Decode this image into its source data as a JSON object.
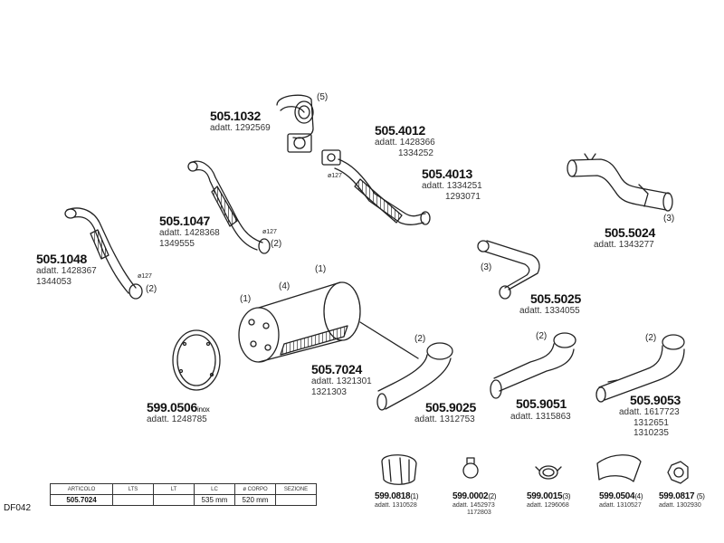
{
  "parts": [
    {
      "id": "p1048",
      "code": "505.1048",
      "adatt": [
        "adatt. 1428367",
        "1344053"
      ],
      "dia": "ø127",
      "note": "(2)"
    },
    {
      "id": "p1047",
      "code": "505.1047",
      "adatt": [
        "adatt. 1428368",
        "1349555"
      ],
      "dia": "ø127",
      "note": "(2)"
    },
    {
      "id": "p1032",
      "code": "505.1032",
      "adatt": [
        "adatt. 1292569"
      ],
      "note": "(5)"
    },
    {
      "id": "p4012",
      "code": "505.4012",
      "adatt": [
        "adatt. 1428366",
        "1334252"
      ],
      "dia": "ø127"
    },
    {
      "id": "p4013",
      "code": "505.4013",
      "adatt": [
        "adatt. 1334251",
        "1293071"
      ]
    },
    {
      "id": "p5024",
      "code": "505.5024",
      "adatt": [
        "adatt. 1343277"
      ],
      "note": "(3)"
    },
    {
      "id": "p5025",
      "code": "505.5025",
      "adatt": [
        "adatt. 1334055"
      ],
      "note": "(3)"
    },
    {
      "id": "p7024",
      "code": "505.7024",
      "adatt": [
        "adatt. 1321301",
        "1321303"
      ],
      "notes": [
        "(1)",
        "(4)",
        "(1)"
      ]
    },
    {
      "id": "p0506",
      "code": "599.0506",
      "suffix": "inox",
      "adatt": [
        "adatt. 1248785"
      ]
    },
    {
      "id": "p9025",
      "code": "505.9025",
      "adatt": [
        "adatt. 1312753"
      ],
      "note": "(2)"
    },
    {
      "id": "p9051",
      "code": "505.9051",
      "adatt": [
        "adatt. 1315863"
      ],
      "note": "(2)"
    },
    {
      "id": "p9053",
      "code": "505.9053",
      "adatt": [
        "adatt. 1617723",
        "1312651",
        "1310235"
      ],
      "note": "(2)"
    }
  ],
  "accessories": [
    {
      "code": "599.0818",
      "suffix": "(1)",
      "adatt": [
        "adatt. 1310528"
      ]
    },
    {
      "code": "599.0002",
      "suffix": "(2)",
      "adatt": [
        "adatt. 1452973",
        "1172803"
      ]
    },
    {
      "code": "599.0015",
      "suffix": "(3)",
      "adatt": [
        "adatt. 1296068"
      ]
    },
    {
      "code": "599.0504",
      "suffix": "(4)",
      "adatt": [
        "adatt. 1310527"
      ]
    },
    {
      "code": "599.0817",
      "suffix": "(5)",
      "adatt": [
        "adatt. 1302930"
      ]
    }
  ],
  "spec_table": {
    "headers": [
      "ARTICOLO",
      "LTS",
      "LT",
      "LC",
      "ø CORPO",
      "SEZIONE"
    ],
    "values": [
      "505.7024",
      "",
      "",
      "535  mm",
      "520  mm",
      ""
    ]
  },
  "reference": "DF042"
}
